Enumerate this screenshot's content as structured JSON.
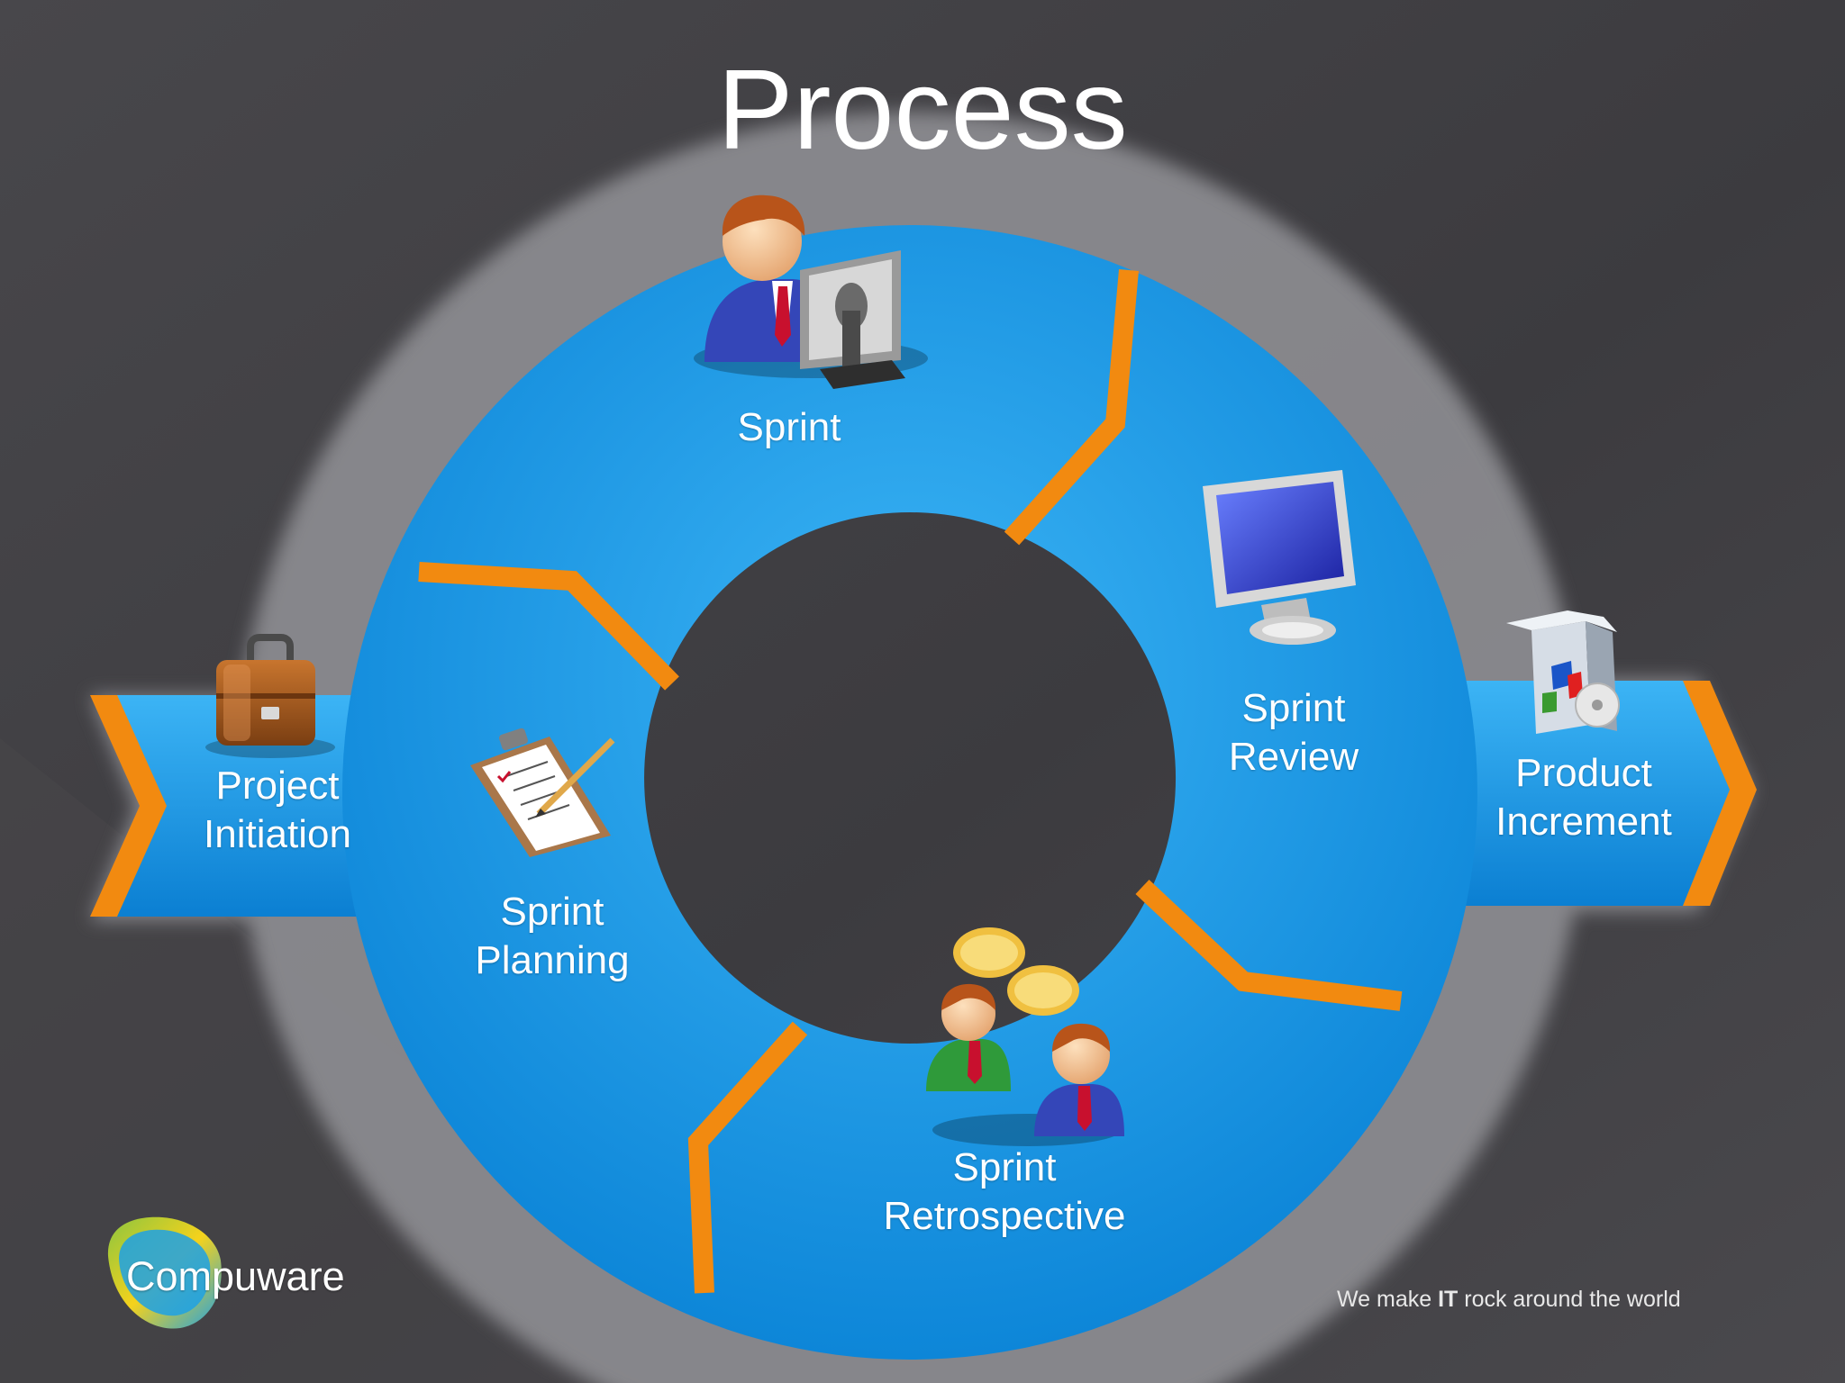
{
  "title": "Process",
  "stages": {
    "project_initiation": {
      "line1": "Project",
      "line2": "Initiation",
      "icon": "briefcase-icon"
    },
    "sprint_planning": {
      "line1": "Sprint",
      "line2": "Planning",
      "icon": "clipboard-checklist-icon"
    },
    "sprint": {
      "line1": "Sprint",
      "icon": "person-at-computer-icon"
    },
    "sprint_review": {
      "line1": "Sprint",
      "line2": "Review",
      "icon": "monitor-icon"
    },
    "sprint_retrospective": {
      "line1": "Sprint",
      "line2": "Retrospective",
      "icon": "people-talking-icon"
    },
    "product_increment": {
      "line1": "Product",
      "line2": "Increment",
      "icon": "software-box-icon"
    }
  },
  "footer": {
    "logo": "Compuware",
    "tagline_pre": "We make ",
    "tagline_bold": "IT",
    "tagline_post": " rock around the world"
  },
  "colors": {
    "background": "#3f3e42",
    "ring_blue": "#1e9be6",
    "divider_orange": "#f28a10",
    "text": "#ffffff"
  }
}
